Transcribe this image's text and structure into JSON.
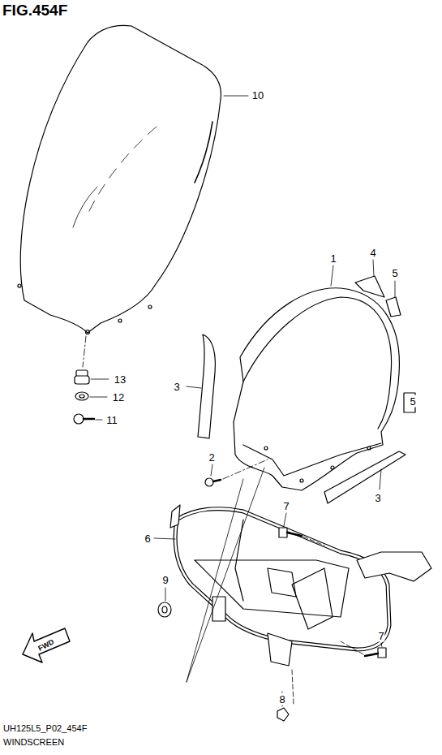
{
  "diagram": {
    "title": "FIG.454F",
    "caption": "WINDSCREEN",
    "labels": [
      "10",
      "4",
      "5",
      "1",
      "3",
      "5",
      "13",
      "12",
      "11",
      "2",
      "3",
      "6",
      "7",
      "9",
      "7",
      "8",
      "FWD",
      "UH125L5_P02_454F"
    ]
  }
}
